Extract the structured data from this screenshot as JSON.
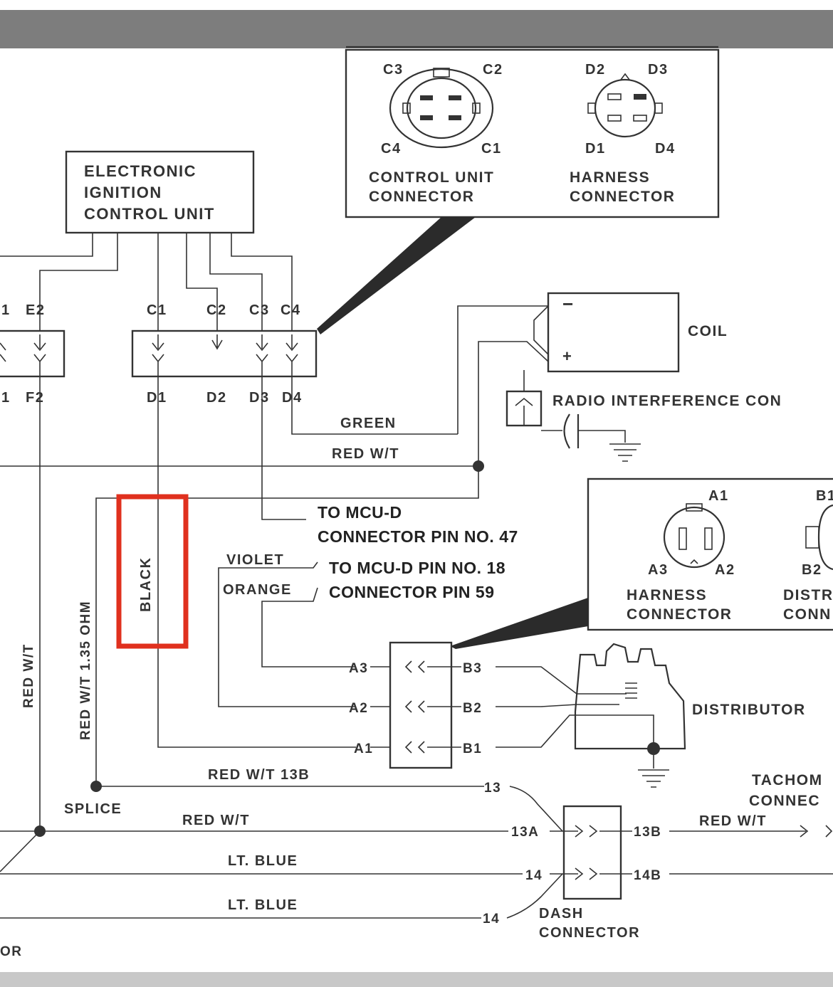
{
  "header_bar_color": "#7d7d7d",
  "footer_bar_color": "#c8c8c8",
  "highlight_color": "#e0301e",
  "ecu": {
    "line1": "ELECTRONIC",
    "line2": "IGNITION",
    "line3": "CONTROL UNIT"
  },
  "inset_top": {
    "control_unit_pins": {
      "c3": "C3",
      "c2": "C2",
      "c4": "C4",
      "c1": "C1"
    },
    "control_unit_label": [
      "CONTROL UNIT",
      "CONNECTOR"
    ],
    "harness_pins": {
      "d2": "D2",
      "d3": "D3",
      "d1": "D1",
      "d4": "D4"
    },
    "harness_label": [
      "HARNESS",
      "CONNECTOR"
    ]
  },
  "connector_top": {
    "upper_pins": [
      "C1",
      "C2",
      "C3",
      "C4"
    ],
    "lower_pins": [
      "D1",
      "D2",
      "D3",
      "D4"
    ],
    "left_upper": [
      "1",
      "E2"
    ],
    "left_lower": [
      "1",
      "F2"
    ]
  },
  "coil": {
    "label": "COIL",
    "neg": "−",
    "pos": "+"
  },
  "radio_label": "RADIO INTERFERENCE CON",
  "wires": {
    "green": "GREEN",
    "red_wt_top": "RED W/T",
    "black": "BLACK",
    "red_wt_vertical": "RED W/T",
    "red_wt_ohm": "RED W/T 1.35 OHM",
    "violet": "VIOLET",
    "orange": "ORANGE",
    "red_wt_13b": "RED W/T  13B",
    "red_wt_mid": "RED W/T",
    "lt_blue_1": "LT. BLUE",
    "lt_blue_2": "LT. BLUE",
    "red_wt_tach": "RED W/T"
  },
  "notes": {
    "mcu_47_line1": "TO MCU-D",
    "mcu_47_line2": "CONNECTOR PIN NO. 47",
    "mcu_18": "TO MCU-D PIN NO. 18",
    "mcu_59": "CONNECTOR PIN 59"
  },
  "inset_right": {
    "harness_pins": {
      "a1": "A1",
      "a3": "A3",
      "a2": "A2"
    },
    "harness_label": [
      "HARNESS",
      "CONNECTOR"
    ],
    "dist_pins": {
      "b1": "B1",
      "b2": "B2"
    },
    "dist_label": [
      "DISTR",
      "CONN"
    ]
  },
  "dist_connector": {
    "left_pins": [
      "A3",
      "A2",
      "A1"
    ],
    "right_pins": [
      "B3",
      "B2",
      "B1"
    ]
  },
  "distributor_label": "DISTRIBUTOR",
  "splice_label": "SPLICE",
  "dash": {
    "left_pins": [
      "13",
      "13A",
      "14",
      "14"
    ],
    "right_pins": [
      "13B",
      "14B"
    ],
    "label": [
      "DASH",
      "CONNECTOR"
    ]
  },
  "tach_label": [
    "TACHOM",
    "CONNEC"
  ],
  "bottom_left_label": "OR"
}
